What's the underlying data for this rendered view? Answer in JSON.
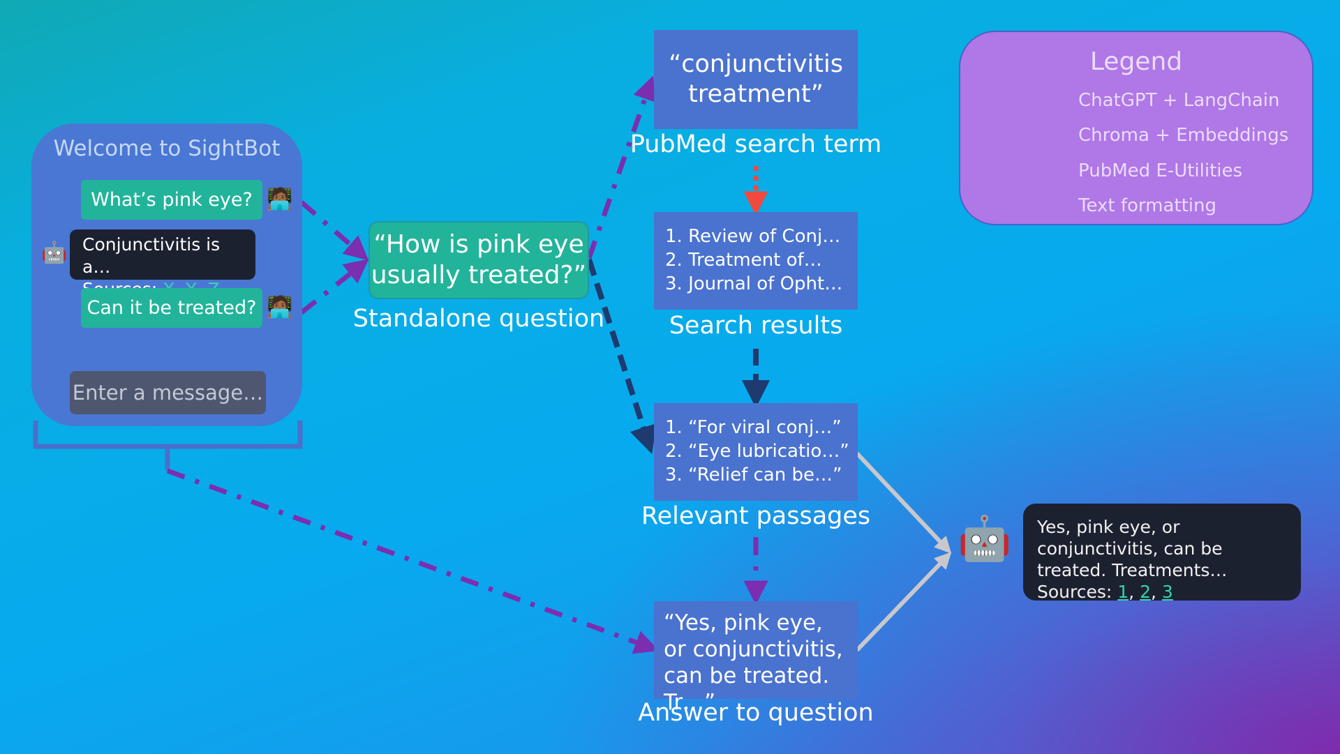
{
  "chat": {
    "title": "Welcome to SightBot",
    "user_message_1": "What’s pink eye?",
    "bot_message": "Conjunctivitis is a…",
    "bot_sources_label": "Sources:",
    "bot_sources": [
      "X",
      "Y",
      "Z"
    ],
    "user_message_2": "Can it be treated?",
    "input_placeholder": "Enter a message…",
    "user_avatar": "technologist-emoji",
    "bot_avatar": "robot-emoji"
  },
  "nodes": {
    "standalone_question": {
      "text": "“How is pink eye usually treated?”",
      "caption": "Standalone question"
    },
    "search_term": {
      "text": "“conjunctivitis treatment”",
      "caption": "PubMed search term"
    },
    "search_results": {
      "items": [
        "1. Review of Conj…",
        "2. Treatment of…",
        "3. Journal of Opht…"
      ],
      "caption": "Search results"
    },
    "relevant_passages": {
      "items": [
        "1. “For viral conj…”",
        "2. “Eye lubricatio…”",
        "3. “Relief can be…”"
      ],
      "caption": "Relevant passages"
    },
    "answer_draft": {
      "text": "“Yes, pink eye, or conjunctivitis, can be treated. Tr…”",
      "caption": "Answer to question"
    }
  },
  "final_answer": {
    "text": "Yes, pink eye, or conjunctivitis, can be treated. Treatments…",
    "sources_label": "Sources:",
    "sources": [
      "1",
      "2",
      "3"
    ],
    "avatar": "robot-emoji"
  },
  "legend": {
    "title": "Legend",
    "items": [
      {
        "label": "ChatGPT + LangChain",
        "style": "dash-dot",
        "color": "#7b2eb0"
      },
      {
        "label": "Chroma + Embeddings",
        "style": "dashed",
        "color": "#1e3a6e"
      },
      {
        "label": "PubMed E-Utilities",
        "style": "dotted",
        "color": "#f04a3e"
      },
      {
        "label": "Text formatting",
        "style": "solid",
        "color": "#c8c8cc"
      }
    ]
  },
  "colors": {
    "panel": "#4977d3",
    "user_bubble": "#22b49a",
    "node_box": "#4a72cf",
    "legend_box": "#b077e6",
    "dark_bubble": "#1c2130",
    "link": "#35d2ae"
  }
}
